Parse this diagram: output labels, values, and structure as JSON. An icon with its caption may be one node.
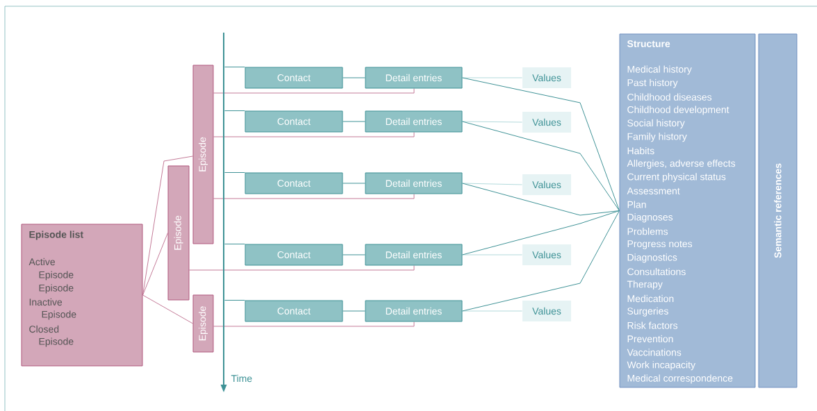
{
  "diagram": {
    "nodes": [
      {
        "text": [
          "Episode list",
          "Active",
          "Episode",
          "Episode",
          "Inactive",
          "Episode",
          "Closed",
          "Episode"
        ]
      },
      {
        "text": [
          "Episode"
        ]
      },
      {
        "text": [
          "Episode"
        ]
      },
      {
        "text": [
          "Episode"
        ]
      },
      {
        "text": [
          "Contact"
        ]
      },
      {
        "text": [
          "Contact"
        ]
      },
      {
        "text": [
          "Contact"
        ]
      },
      {
        "text": [
          "Contact"
        ]
      },
      {
        "text": [
          "Contact"
        ]
      },
      {
        "text": [
          "Detail entries"
        ]
      },
      {
        "text": [
          "Detail entries"
        ]
      },
      {
        "text": [
          "Detail entries"
        ]
      },
      {
        "text": [
          "Detail entries"
        ]
      },
      {
        "text": [
          "Detail entries"
        ]
      },
      {
        "text": [
          "Values"
        ]
      },
      {
        "text": [
          "Values"
        ]
      },
      {
        "text": [
          "Values"
        ]
      },
      {
        "text": [
          "Values"
        ]
      },
      {
        "text": [
          "Values"
        ]
      },
      {
        "text": [
          "Structure",
          "Medical history",
          "Past history",
          "Childhood diseases",
          "Childhood development",
          "Social history",
          "Family history",
          "Habits",
          "Allergies, adverse effects",
          "Current physical status",
          "Assessment",
          "Plan",
          "Diagnoses",
          "Problems",
          "Progress notes",
          "Diagnostics",
          "Consultations",
          "Therapy",
          "Medication",
          "Surgeries",
          "Risk factors",
          "Prevention",
          "Vaccinations",
          "Work incapacity",
          "Medical correspondence"
        ]
      },
      {
        "text": [
          "Semantic references"
        ]
      },
      {
        "text": [],
        "shape": "line",
        "beside": [
          "Time"
        ]
      }
    ],
    "edges": [
      {
        "from": 0,
        "to": 1,
        "arrow": "none",
        "color": "#c47a98"
      },
      {
        "from": 0,
        "to": 2,
        "arrow": "none",
        "color": "#c47a98"
      },
      {
        "from": 0,
        "to": 3,
        "arrow": "none",
        "color": "#c47a98"
      },
      {
        "from": 1,
        "to": 9,
        "arrow": "none",
        "color": "#c47a98"
      },
      {
        "from": 1,
        "to": 10,
        "arrow": "none",
        "color": "#c47a98"
      },
      {
        "from": 1,
        "to": 11,
        "arrow": "none",
        "color": "#c47a98"
      },
      {
        "from": 2,
        "to": 12,
        "arrow": "none",
        "color": "#c47a98"
      },
      {
        "from": 3,
        "to": 13,
        "arrow": "none",
        "color": "#c47a98"
      },
      {
        "from": 4,
        "to": 9,
        "arrow": "none"
      },
      {
        "from": 5,
        "to": 10,
        "arrow": "none"
      },
      {
        "from": 6,
        "to": 11,
        "arrow": "none"
      },
      {
        "from": 7,
        "to": 12,
        "arrow": "none"
      },
      {
        "from": 8,
        "to": 13,
        "arrow": "none"
      },
      {
        "from": 9,
        "to": 14,
        "arrow": "none",
        "color": "#b3dadc"
      },
      {
        "from": 10,
        "to": 15,
        "arrow": "none",
        "color": "#b3dadc"
      },
      {
        "from": 11,
        "to": 16,
        "arrow": "none",
        "color": "#b3dadc"
      },
      {
        "from": 12,
        "to": 17,
        "arrow": "none",
        "color": "#b3dadc"
      },
      {
        "from": 13,
        "to": 18,
        "arrow": "none",
        "color": "#b3dadc"
      },
      {
        "from": 9,
        "to": 19,
        "arrow": "none"
      },
      {
        "from": 10,
        "to": 19,
        "arrow": "none"
      },
      {
        "from": 11,
        "to": 19,
        "arrow": "none"
      },
      {
        "from": 12,
        "to": 19,
        "arrow": "none"
      },
      {
        "from": 13,
        "to": 19,
        "arrow": "none"
      },
      {
        "from": 21,
        "to": 4,
        "arrow": "none"
      },
      {
        "from": 21,
        "to": 5,
        "arrow": "none"
      },
      {
        "from": 21,
        "to": 6,
        "arrow": "none"
      },
      {
        "from": 21,
        "to": 7,
        "arrow": "none"
      },
      {
        "from": 21,
        "to": 8,
        "arrow": "none"
      }
    ]
  }
}
